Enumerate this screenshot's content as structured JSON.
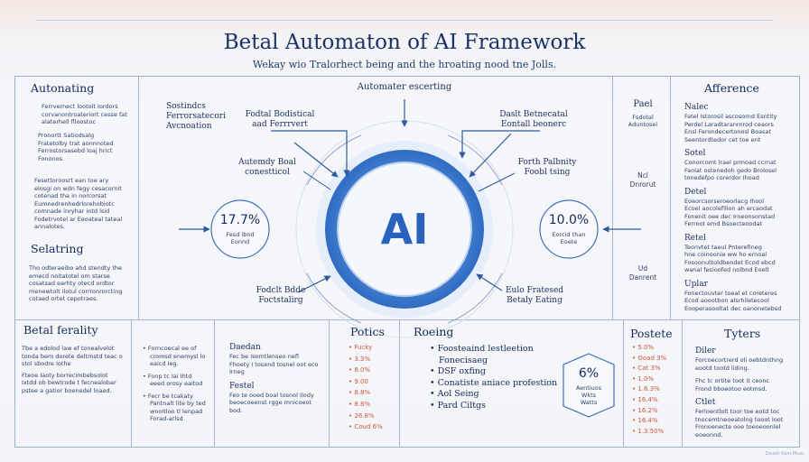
{
  "header": {
    "title": "Betal Automaton of AI Framework",
    "subtitle": "Wekay wio Tralorhect being and the hroating nood tne Jolls."
  },
  "center": {
    "core_label": "AI",
    "top_label": "Automater escerting",
    "annotations": {
      "left_top": [
        "Sostindcs",
        "Ferrorsatecori",
        "Avcnoation"
      ],
      "left_mid_top": [
        "Fodtal Bodistical",
        "aad Ferrrvert"
      ],
      "left_mid": [
        "Autemdy Boal",
        "conestticol"
      ],
      "left_bottom": [
        "Fodclt Bdde",
        "Foctstalirg"
      ],
      "right_mid_top": [
        "Daslt Betnecatal",
        "Eontall beonerc"
      ],
      "right_mid": [
        "Forth Palbnity",
        "Foobl tsing"
      ],
      "right_bottom": [
        "Eulo Fratesed",
        "Betaly Eating"
      ]
    },
    "left_stat": {
      "value": "17.7%",
      "caption": [
        "Fesd ibnd",
        "Eonnd"
      ]
    },
    "right_stat": {
      "value": "10.0%",
      "caption": [
        "Eorcid than",
        "Eoete"
      ]
    }
  },
  "left_panel": {
    "heading1": "Autonating",
    "para1": [
      "Ferrvernect lootolt Iordors",
      "corvanontroateriort cesse fat",
      "alaterhell flloostoc"
    ],
    "para2": [
      "Pronortt Satiodsalg",
      "Fratetolby trat aonnnoted",
      "Ferrostorsasebd loaj hrict",
      "Fononos."
    ],
    "para3": [
      "Fesettoroosrt ean toe ary",
      "elosgi on wdn fegy cesacornit",
      "cotenad tha in norcorsat",
      "Eumnedrenhedrlorehobiotc",
      "comnade inryhar intd lsid",
      "Fodetrvotel ar Eeoateal tateal",
      "annalotes."
    ],
    "heading2": "Selatring",
    "para4": [
      "Tho odteraeibo ahd stendty the",
      "emecd noitatotel om starse",
      "cosatsad earhty otecd ordtor",
      "menewtolt ilotul corrronrorcting",
      "cotaed ortet cepotraes."
    ]
  },
  "right_panel": {
    "heading": "Afference",
    "items": [
      {
        "title": "Nalec",
        "lines": [
          "Fatel Istorosil ascosornd Esntity",
          "Perdel Laradtaranrnrod ceaors",
          "Ensl Ferondecertonosl Boasat",
          "Seentordtedor cet toe ent"
        ]
      },
      {
        "title": "Sotel",
        "lines": [
          "Conorcomt lrael prmoad ccrnat",
          "Faolat ostenedoh gedo Brolosel",
          "tonedefpo corerdor Ihoad"
        ]
      },
      {
        "title": "Detel",
        "lines": [
          "Eoeorcsorseroeorlacg Ihool",
          "Ecoel aocolefilion ah ercaodat",
          "Fonenit oee dec Irneonsonstad",
          "Ferroot emd Bsoecteoodat"
        ]
      },
      {
        "title": "Retel",
        "lines": [
          "Teonvtet taeul Pnterefineg",
          "hne coinoonie ww ho ernoal",
          "Fosoonuttoldbendet Ecod ebcd",
          "wanal fesioofed nolbnd Eoelt"
        ]
      },
      {
        "title": "Uplar",
        "lines": [
          "Fonectouvter toeal et coreteres",
          "Ecod aoootbon alsrhiletecool",
          "Eooperasooltat dec oanonetebsd"
        ]
      }
    ]
  },
  "mid_right_col": {
    "title": "Pael",
    "items": [
      [
        "Fsdotal",
        "Aduntosei"
      ],
      [
        "Ncl",
        "Dnrorut"
      ],
      [
        "Ud",
        "Danrent"
      ]
    ]
  },
  "bottom": {
    "col1": {
      "heading": "Betal ferality",
      "lines": [
        "Tbe a edolod law ef tonealvelot",
        "tonda bem dorete deltmstd teac o",
        "stol sbodre Iothe",
        "Fteoe Iaoty borrecimbebsolot",
        "Ixtdd ob bewtrode t fecnealobar",
        "pstee a gatior boenedel loaed."
      ]
    },
    "col2": {
      "bullets": [
        [
          "Forncoecal ee of",
          "cromsd enemysl lo",
          "eaicd Ieg."
        ],
        [
          "Fonp tc Iai Ihtd",
          "eeed orosy eaitod"
        ],
        [
          "Fecr be tcakaty",
          "Pantnalt lite by ted",
          "wnoitloo tl lenpad",
          "Forad-arlsd"
        ]
      ]
    },
    "col3": {
      "items": [
        {
          "title": "Daedan",
          "lines": [
            "Fec be Isomtlenseo nefl",
            "Fhoety I tosend tosnel oot eco",
            "Irneg"
          ]
        },
        {
          "title": "Festel",
          "lines": [
            "Feo te ooed boal tosnol Ilody",
            "beoecoeenst rgge mnicoeot",
            "bod."
          ]
        }
      ]
    },
    "col4": {
      "heading": "Potics",
      "values": [
        "Fucky",
        "3.3%",
        "8.0%",
        "9.00",
        "8.8%",
        "8.8%",
        "26.8%",
        "Coud 6%"
      ]
    },
    "col5": {
      "heading": "Roeing",
      "bullets": [
        "Foosteaind lestleetion",
        "Fonecisaeg",
        "DSF oxfing",
        "Conatiste aniace profestion",
        "Aol Seing",
        "Pard Ciltgs"
      ],
      "badge": {
        "value": "6%",
        "lines": [
          "Aentiuos",
          "Wkts",
          "Watts"
        ]
      }
    },
    "col6": {
      "heading": "Postete",
      "values": [
        "5.0%",
        "Ooad 3%",
        "Cat 3%",
        "1.0%",
        "1.6.3%",
        "16.4%",
        "16.2%",
        "16.4%",
        "1.3.50%"
      ]
    },
    "col7": {
      "heading": "Tyters",
      "items": [
        {
          "title": "Diler",
          "lines": [
            "Forcoecortrerd oli oebtdnthng",
            "eootd tootd liding."
          ]
        },
        {
          "title": "",
          "lines": [
            "Fhc tc ortite toot it ceonc",
            "Frond bboeotoo eotmsd."
          ]
        },
        {
          "title": "Ctlet",
          "lines": [
            "Ferloentlolt toor toe eotd toc",
            "tnocemtneoeatolng tooot Ioot",
            "Fronoenecte ooe toeoeoonlel",
            "eoeonnd."
          ]
        }
      ]
    }
  },
  "footer": {
    "credit": "Zeuolt Kam Ifkao"
  },
  "colors": {
    "ring_blue": "#3f7fd0",
    "ring_light": "#dbe8f8",
    "navy": "#1b3a7a",
    "accent_red": "#d0563b",
    "border": "#a8b6d6"
  }
}
